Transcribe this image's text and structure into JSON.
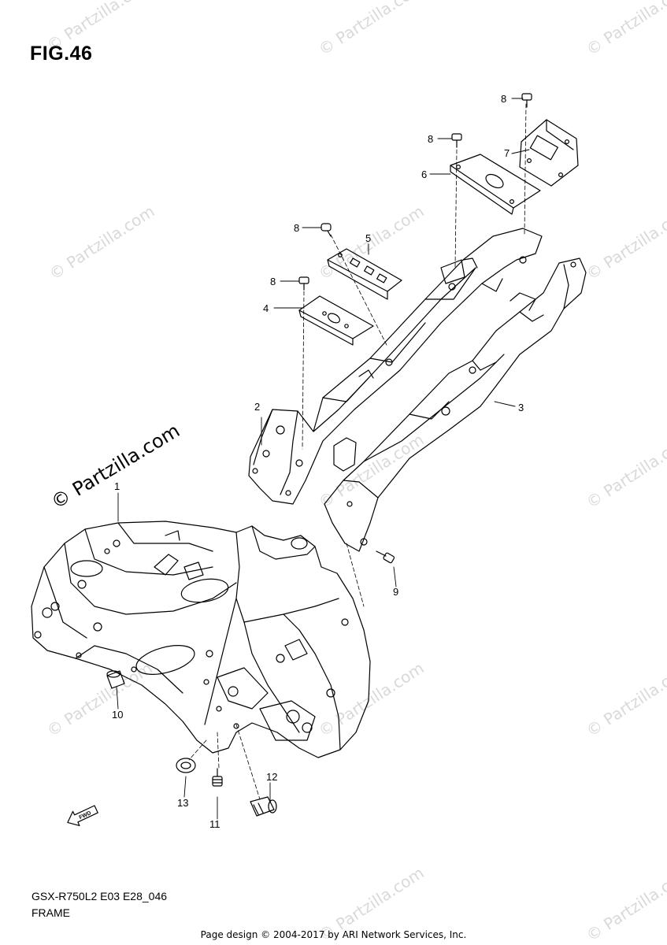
{
  "figure": {
    "title": "FIG.46",
    "model_code": "GSX-R750L2 E03 E28_046",
    "section": "FRAME"
  },
  "watermarks": {
    "text": "© Partzilla.com",
    "color": "#d9d9d9",
    "count": 13
  },
  "watermark_feature": {
    "text": "© Partzilla.com"
  },
  "callouts": [
    "1",
    "2",
    "3",
    "4",
    "5",
    "6",
    "7",
    "8",
    "8",
    "8",
    "8",
    "9",
    "10",
    "11",
    "12",
    "13"
  ],
  "fwd_marker": {
    "text": "FWD",
    "icon": "fwd-arrow-icon"
  },
  "footer": {
    "text": "Page design © 2004-2017 by ARI Network Services, Inc."
  }
}
